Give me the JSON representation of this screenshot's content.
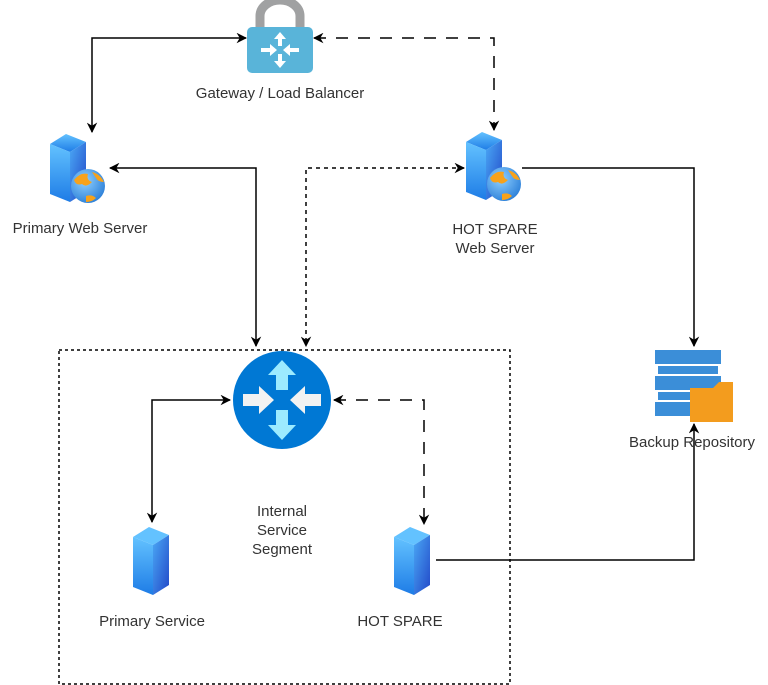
{
  "diagram": {
    "title": "Hot Spare Network Topology",
    "colors": {
      "edge": "#000000",
      "label_text": "#333333",
      "gateway_body": "#59b4d9",
      "gateway_shackle": "#a0a1a2",
      "router_body": "#0078d4",
      "router_arrows": "#9cebff",
      "server_blue": "#3b8ee8",
      "globe_orange": "#f7a21b",
      "db_blue": "#3b8ed8",
      "folder_orange": "#f39c1e"
    },
    "nodes": {
      "gateway": {
        "label": "Gateway / Load Balancer",
        "icon": "gateway-lock-icon"
      },
      "primary_web": {
        "label": "Primary Web Server",
        "icon": "web-server-icon"
      },
      "hot_spare_web": {
        "label": "HOT SPARE\nWeb Server",
        "icon": "web-server-icon"
      },
      "router": {
        "label": "",
        "icon": "router-icon"
      },
      "primary_service": {
        "label": "Primary Service",
        "icon": "server-icon"
      },
      "hot_spare_service": {
        "label": "HOT SPARE",
        "icon": "server-icon"
      },
      "backup": {
        "label": "Backup Repository",
        "icon": "backup-storage-icon"
      }
    },
    "group": {
      "label": "Internal\nService\nSegment",
      "style": "dashed"
    },
    "edges": [
      {
        "from": "gateway",
        "to": "primary_web",
        "style": "solid",
        "direction": "both"
      },
      {
        "from": "gateway",
        "to": "hot_spare_web",
        "style": "dashed",
        "direction": "both"
      },
      {
        "from": "primary_web",
        "to": "router",
        "style": "solid",
        "direction": "both"
      },
      {
        "from": "hot_spare_web",
        "to": "router",
        "style": "dotted",
        "direction": "both"
      },
      {
        "from": "hot_spare_web",
        "to": "backup",
        "style": "solid",
        "direction": "forward"
      },
      {
        "from": "router",
        "to": "primary_service",
        "style": "solid",
        "direction": "both"
      },
      {
        "from": "router",
        "to": "hot_spare_service",
        "style": "dashed",
        "direction": "both"
      },
      {
        "from": "hot_spare_service",
        "to": "backup",
        "style": "solid",
        "direction": "forward"
      }
    ]
  }
}
